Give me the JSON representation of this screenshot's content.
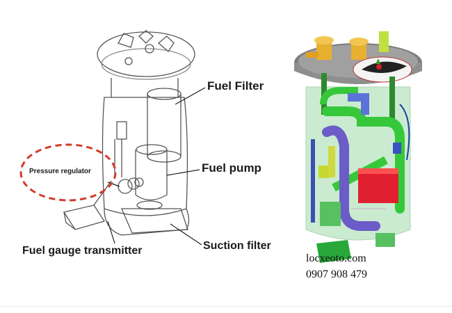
{
  "labels": {
    "fuel_filter": "Fuel Filter",
    "fuel_pump": "Fuel pump",
    "suction_filter": "Suction filter",
    "gauge_transmitter": "Fuel gauge transmitter",
    "pressure_regulator": "Pressure regulator"
  },
  "watermark": {
    "website": "locxeoto.com",
    "phone": "0907 908 479"
  },
  "colors": {
    "highlight_ring": "#d23a2a",
    "line_art": "#555555",
    "housing_green": "#8fd3a0",
    "tube_green": "#36c83a",
    "tube_blue": "#6b5cc8",
    "module_red": "#e02030",
    "cap_gray": "#8a8a8a",
    "fitting_yellow": "#e8b030"
  }
}
